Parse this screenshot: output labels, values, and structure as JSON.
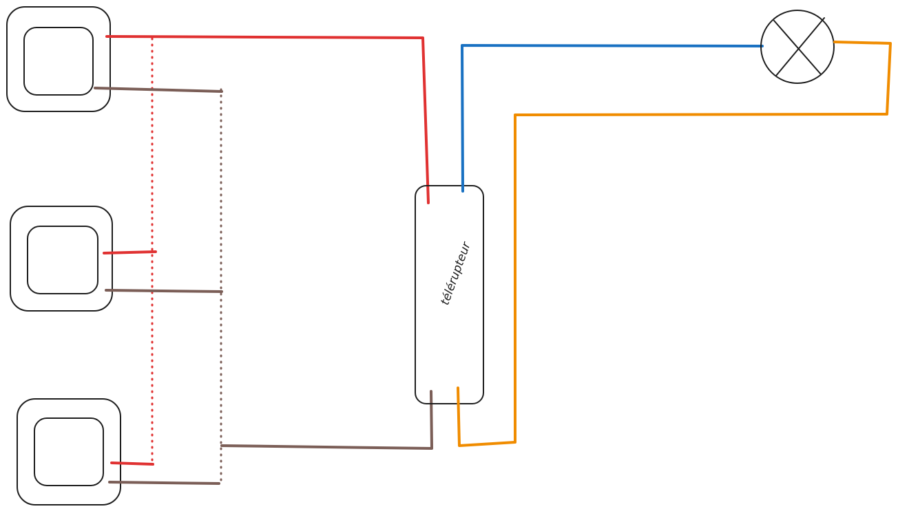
{
  "relay": {
    "label": "télérupteur"
  },
  "colors": {
    "outline": "#1e1e1e",
    "phase": "#e03131",
    "return": "#7b5e57",
    "neutral": "#1971c2",
    "lamp_feed": "#f08c00"
  },
  "components": {
    "push_buttons": [
      "push-button-1",
      "push-button-2",
      "push-button-3"
    ],
    "relay": "remote-relay",
    "lamp": "lamp-icon"
  }
}
